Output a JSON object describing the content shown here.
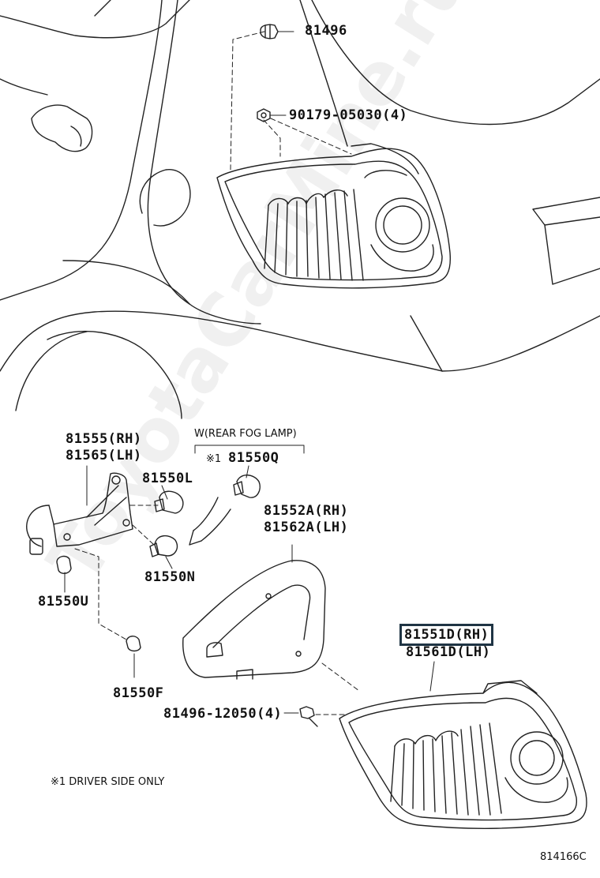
{
  "watermark": "ToyotaCarMine.ru",
  "labels": {
    "p81496": "81496",
    "p90179": "90179-05030(4)",
    "p81555": "81555(RH)",
    "p81565": "81565(LH)",
    "group_title": "W(REAR FOG LAMP)",
    "mark1": "※1",
    "p81550Q": "81550Q",
    "p81550L": "81550L",
    "p81552A": "81552A(RH)",
    "p81562A": "81562A(LH)",
    "p81550N": "81550N",
    "p81550U": "81550U",
    "p81551D": "81551D(RH)",
    "p81561D": "81561D(LH)",
    "p81550F": "81550F",
    "p81496_12050": "81496-12050(4)",
    "footnote": "※1  DRIVER SIDE ONLY",
    "diagram_id": "814166C"
  },
  "highlight_color": "#1f3444"
}
